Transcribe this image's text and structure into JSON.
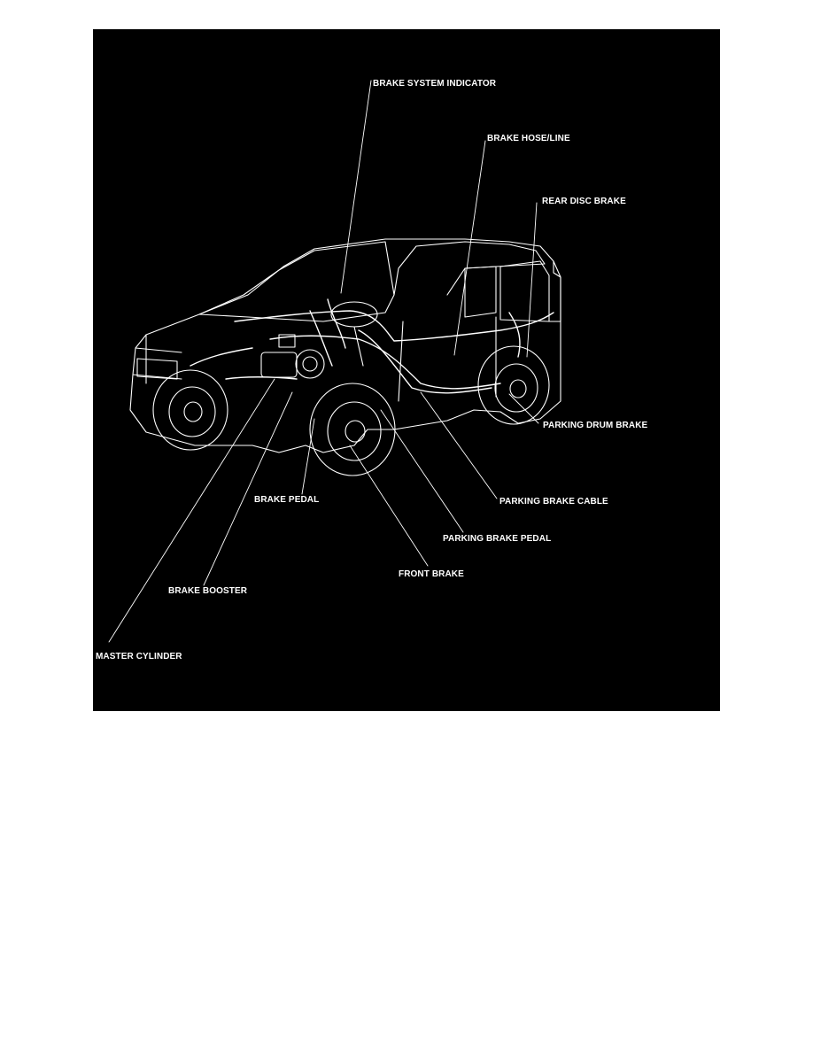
{
  "diagram": {
    "background_color": "#000000",
    "line_color": "#ffffff",
    "callouts": {
      "brake_system_indicator": "BRAKE SYSTEM INDICATOR",
      "brake_hose_line": "BRAKE HOSE/LINE",
      "rear_disc_brake": "REAR DISC BRAKE",
      "parking_drum_brake": "PARKING DRUM BRAKE",
      "brake_pedal": "BRAKE PEDAL",
      "parking_brake_cable": "PARKING BRAKE CABLE",
      "parking_brake_pedal": "PARKING BRAKE PEDAL",
      "front_brake": "FRONT BRAKE",
      "brake_booster": "BRAKE BOOSTER",
      "master_cylinder": "MASTER CYLINDER"
    }
  }
}
